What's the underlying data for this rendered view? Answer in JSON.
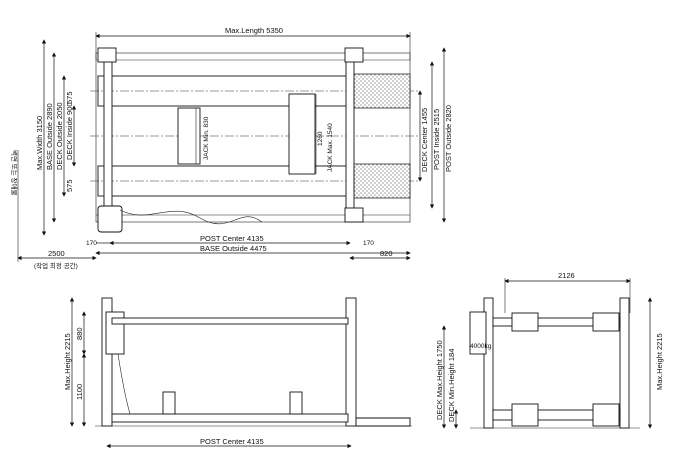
{
  "top_view": {
    "max_length": "Max.Length 5350",
    "post_center": "POST Center 4135",
    "base_outside_length": "BASE Outside 4475",
    "left_170": "170",
    "right_170": "170",
    "dim_2500": "2500",
    "dim_820": "820",
    "max_width": "Max.Width 3150",
    "base_outside_width": "BASE Outside 2890",
    "deck_outside": "DECK Outside 2050",
    "deck_inside": "DECK Inside 900",
    "dim_575_top": "575",
    "dim_575_bottom": "575",
    "jack_min": "JACK Min. 830",
    "jack_max": "JACK Max. 1540",
    "dim_1260": "1260",
    "deck_center": "DECK Center 1455",
    "post_inside": "POST Inside 2515",
    "post_outside": "POST Outside 2820",
    "korean_vertical": "벽면 또는 장애물",
    "korean_work": "(작업 최정 공간)"
  },
  "front_view": {
    "max_height": "Max.Height 2215",
    "dim_880": "880",
    "dim_1100": "1100",
    "post_center": "POST Center 4135"
  },
  "side_view": {
    "dim_2126": "2126",
    "deck_max_height": "DECK Max.Height 1750",
    "deck_min_height": "DECK Min.Height 184",
    "max_height": "Max.Height 2215",
    "motor_label": "4000kg"
  }
}
